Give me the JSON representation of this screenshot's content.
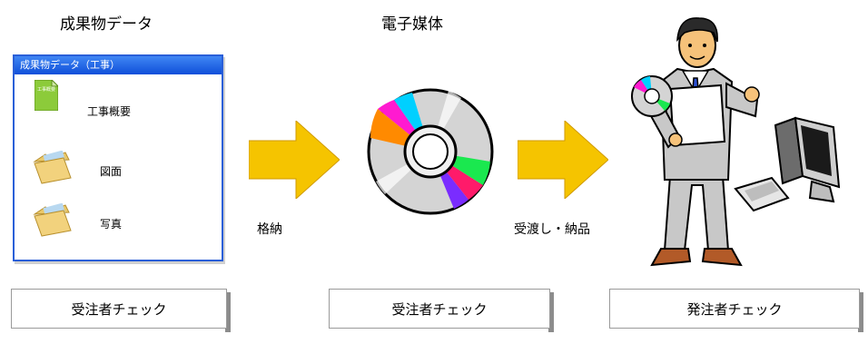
{
  "headings": {
    "data": "成果物データ",
    "media": "電子媒体"
  },
  "window": {
    "title": "成果物データ（工事）",
    "items": [
      {
        "label": "工事概要",
        "icon": "document-icon"
      },
      {
        "label": "図面",
        "icon": "folder-icon"
      },
      {
        "label": "写真",
        "icon": "folder-icon"
      }
    ],
    "doc_text": "工事概要"
  },
  "flow_labels": {
    "store": "格納",
    "deliver": "受渡し・納品"
  },
  "checks": [
    {
      "label": "受注者チェック"
    },
    {
      "label": "受注者チェック"
    },
    {
      "label": "発注者チェック"
    }
  ],
  "colors": {
    "title_bar": "#1a5fe6",
    "arrow": "#f5c400",
    "suit": "#c8c8c8"
  }
}
